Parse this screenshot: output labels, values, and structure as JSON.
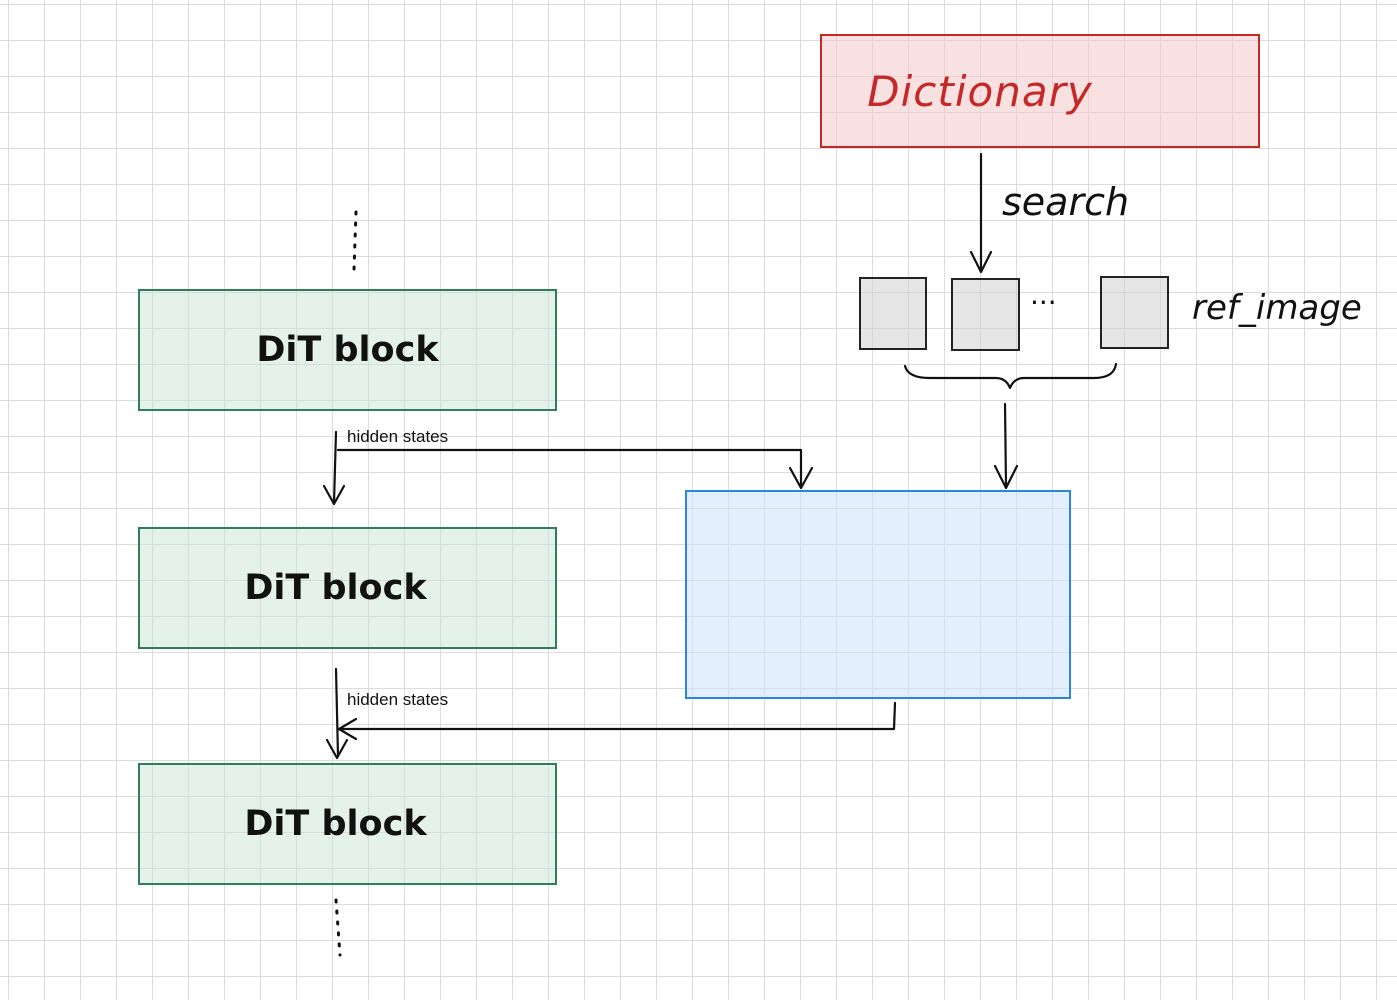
{
  "dit_blocks": [
    {
      "label": "DiT block"
    },
    {
      "label": "DiT block"
    },
    {
      "label": "DiT block"
    }
  ],
  "dictionary": {
    "label": "Dictionary"
  },
  "search_label": "search",
  "ref_image_label": "ref_image",
  "ellipsis": "···",
  "hidden_states": [
    "hidden states",
    "hidden states"
  ],
  "colors": {
    "dit_border": "#2e7d5b",
    "dictionary_border": "#c62828",
    "fusion_border": "#2a86d6"
  }
}
